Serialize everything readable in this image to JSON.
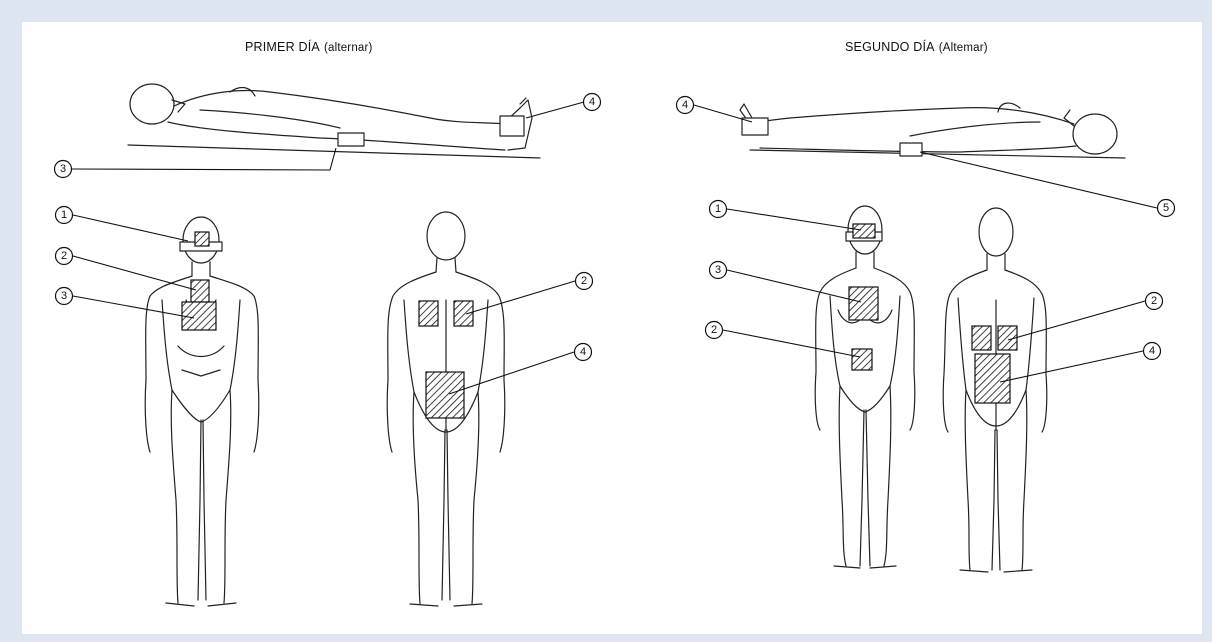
{
  "panels": [
    {
      "title": "PRIMER DÍA",
      "subtitle": "(alternar)"
    },
    {
      "title": "SEGUNDO DÍA",
      "subtitle": "(Altemar)"
    }
  ],
  "callouts": {
    "d1_supine_foot": "4",
    "d1_supine_back": "3",
    "d1_front_head": "1",
    "d1_front_chest_upper": "2",
    "d1_front_chest_lower": "3",
    "d1_back_upper": "2",
    "d1_back_lower": "4",
    "d2_supine_foot": "4",
    "d2_supine_back": "5",
    "d2_front_head": "1",
    "d2_front_chest": "3",
    "d2_front_abdomen": "2",
    "d2_back_upper": "2",
    "d2_back_lower": "4"
  }
}
